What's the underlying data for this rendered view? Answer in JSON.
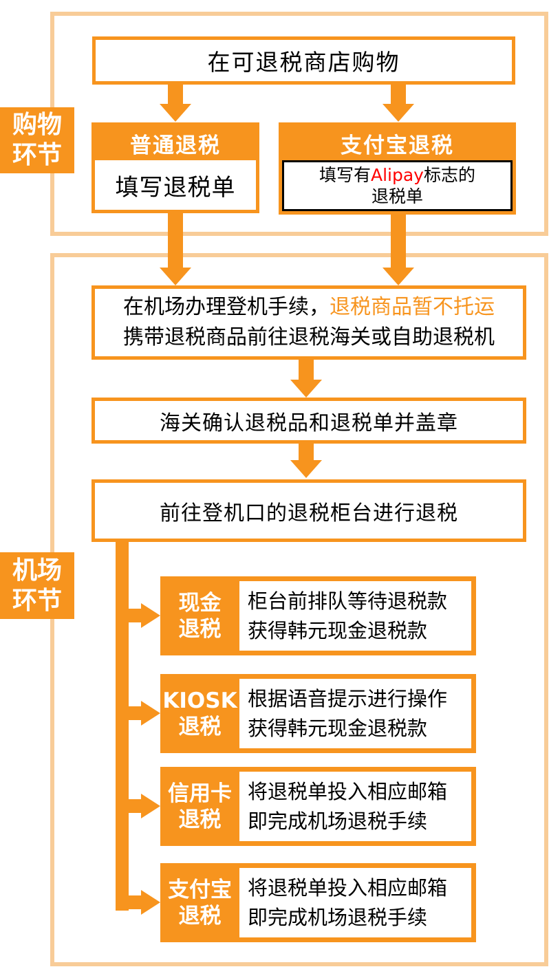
{
  "colors": {
    "orange": "#F7941E",
    "light_orange_frame": "#F8CC98",
    "alipay_red": "#FF0000",
    "text_black": "#000000",
    "white": "#FFFFFF"
  },
  "shopping_section": {
    "stage_label": {
      "line1": "购物",
      "line2": "环节"
    },
    "store_box": "在可退税商店购物",
    "normal_refund": {
      "header": "普通退税",
      "body": "填写退税单"
    },
    "alipay_refund": {
      "header": "支付宝退税",
      "body_line1_prefix": "填写有",
      "body_line1_brand": "Alipay",
      "body_line1_suffix": "标志的",
      "body_line2": "退税单"
    }
  },
  "airport_section": {
    "stage_label": {
      "line1": "机场",
      "line2": "环节"
    },
    "checkin_box": {
      "line1_black": "在机场办理登机手续，",
      "line1_orange": "退税商品暂不托运",
      "line2": "携带退税商品前往退税海关或自助退税机"
    },
    "customs_box": "海关确认退税品和退税单并盖章",
    "counter_box": "前往登机口的退税柜台进行退税",
    "options": [
      {
        "label_line1": "现金",
        "label_line2": "退税",
        "desc_line1": "柜台前排队等待退税款",
        "desc_line2": "获得韩元现金退税款"
      },
      {
        "label_line1": "KIOSK",
        "label_line2": "退税",
        "desc_line1": "根据语音提示进行操作",
        "desc_line2": "获得韩元现金退税款"
      },
      {
        "label_line1": "信用卡",
        "label_line2": "退税",
        "desc_line1": "将退税单投入相应邮箱",
        "desc_line2": "即完成机场退税手续"
      },
      {
        "label_line1": "支付宝",
        "label_line2": "退税",
        "desc_line1": "将退税单投入相应邮箱",
        "desc_line2": "即完成机场退税手续"
      }
    ]
  }
}
